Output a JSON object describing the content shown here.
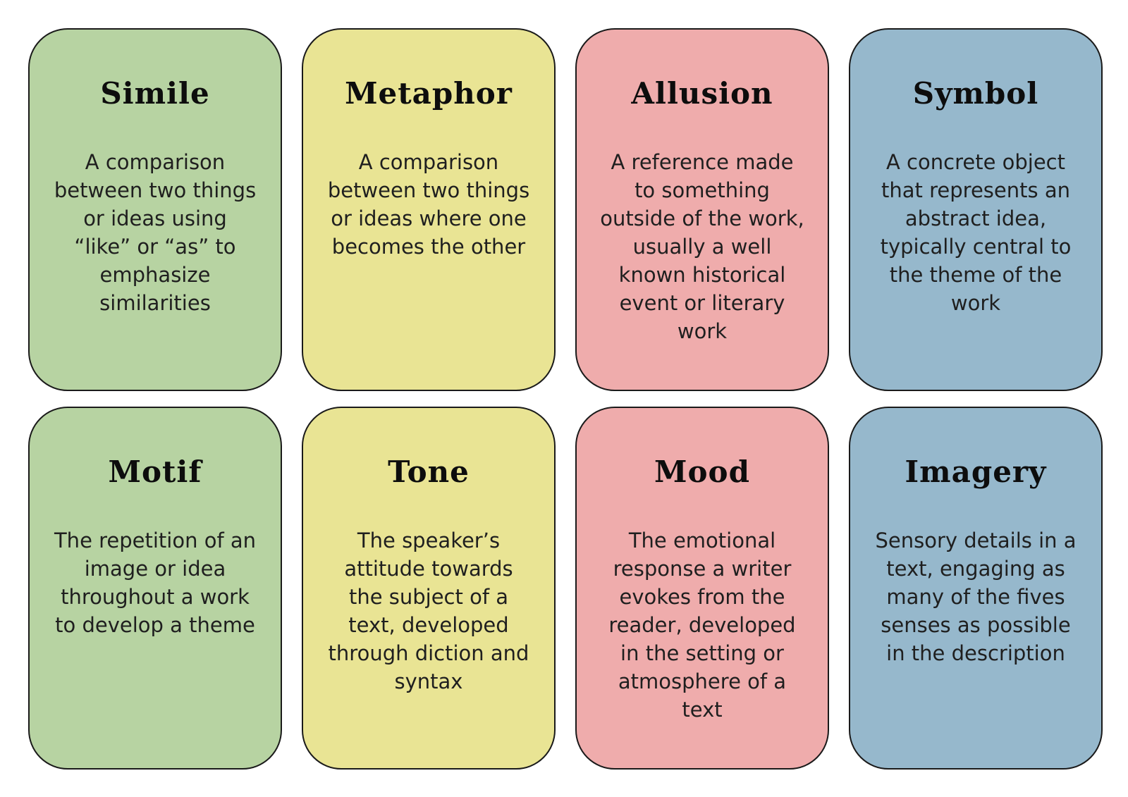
{
  "page": {
    "background": "#ffffff",
    "border_color": "#1a1a1a",
    "title_color": "#0d0d0d",
    "body_color": "#1f1f1f"
  },
  "palette": {
    "green": "#b7d3a2",
    "yellow": "#e9e494",
    "pink": "#efacac",
    "blue": "#96b8cc"
  },
  "cards": [
    {
      "title": "Simile",
      "body": "A comparison between two things or ideas using “like” or “as” to emphasize similarities",
      "bg": "#b7d3a2"
    },
    {
      "title": "Metaphor",
      "body": "A comparison between two things or ideas where one becomes the other",
      "bg": "#e9e494"
    },
    {
      "title": "Allusion",
      "body": "A reference made to something outside of the work, usually a well known historical event or literary work",
      "bg": "#efacac"
    },
    {
      "title": "Symbol",
      "body": "A concrete object that represents an abstract idea, typically central to the theme of the work",
      "bg": "#96b8cc"
    },
    {
      "title": "Motif",
      "body": "The repetition of an image or idea throughout a work to develop a theme",
      "bg": "#b7d3a2"
    },
    {
      "title": "Tone",
      "body": "The speaker’s attitude towards the subject of a text, developed through diction and syntax",
      "bg": "#e9e494"
    },
    {
      "title": "Mood",
      "body": "The emotional response a writer evokes from the reader, developed in the setting or atmosphere of a text",
      "bg": "#efacac"
    },
    {
      "title": "Imagery",
      "body": "Sensory details in a text, engaging as many of the fives senses as possible in the description",
      "bg": "#96b8cc"
    }
  ]
}
